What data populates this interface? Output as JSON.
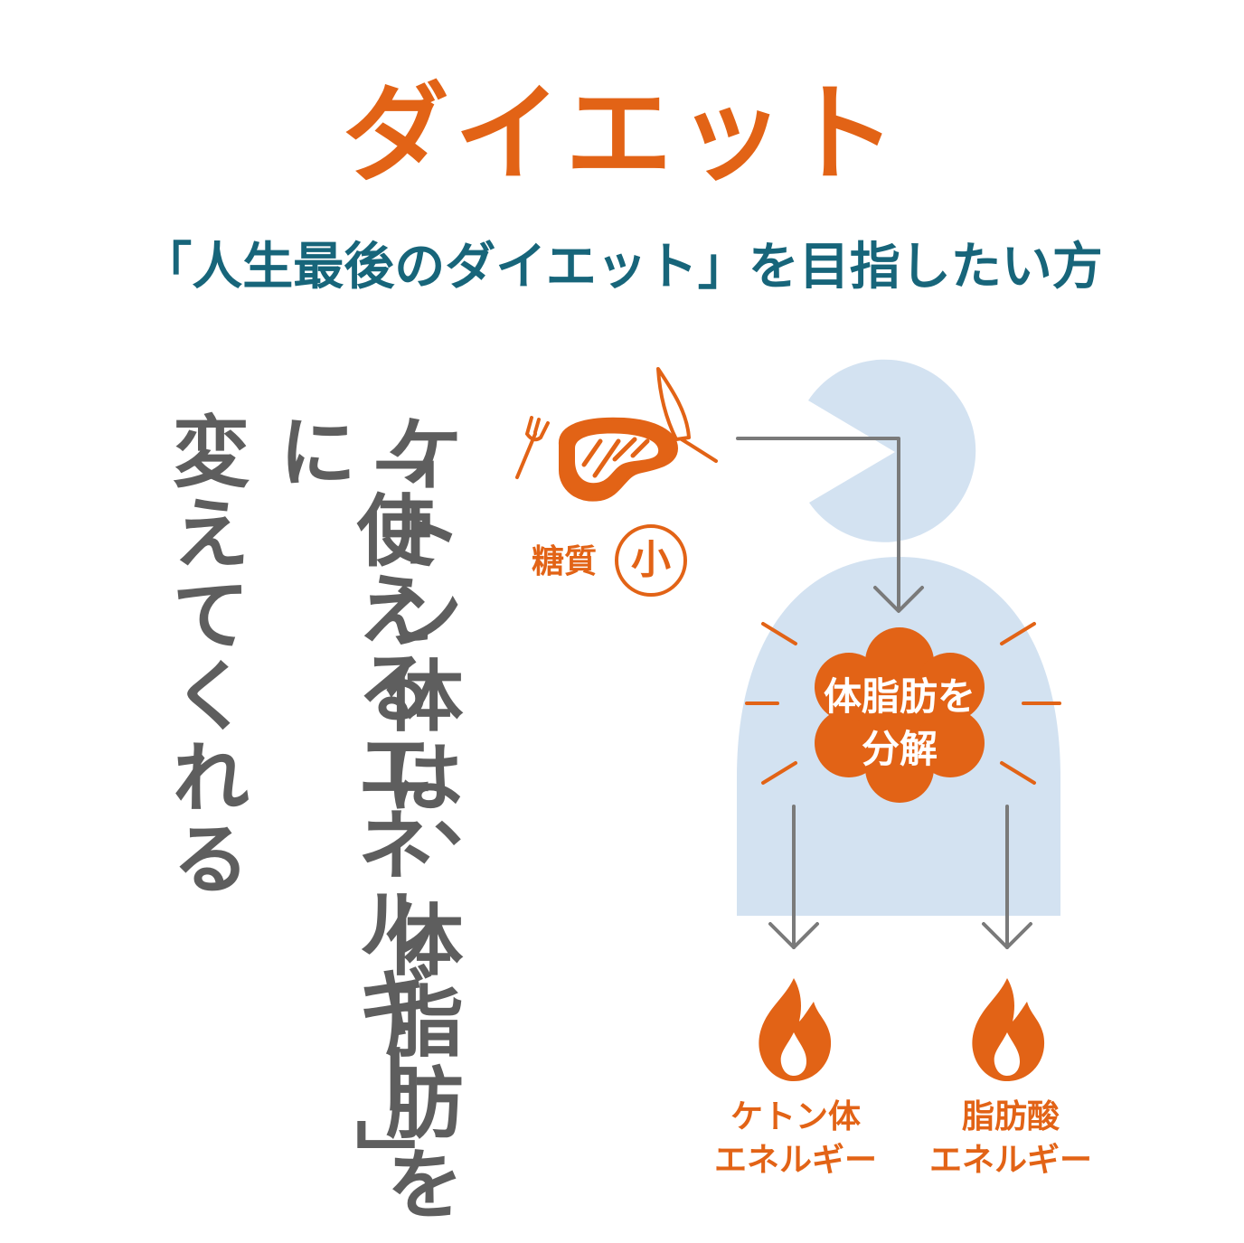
{
  "title": "ダイエット",
  "subtitle": "「人生最後のダイエット」を目指したい方",
  "body_text": {
    "column_1": "ケトン体は、体脂肪を",
    "column_2": "「使えるエネルギー」に",
    "column_3": "変えてくれる"
  },
  "diagram": {
    "sugar_label": "糖質",
    "sugar_level": "小",
    "fat_text_line1": "体脂肪を",
    "fat_text_line2": "分解",
    "outputs": [
      {
        "line1": "ケトン体",
        "line2": "エネルギー"
      },
      {
        "line1": "脂肪酸",
        "line2": "エネルギー"
      }
    ]
  },
  "colors": {
    "accent": "#E26316",
    "subtitle": "#17657A",
    "body_text": "#5E5E5E",
    "figure": "#D3E2F1",
    "arrow": "#7A7A7A"
  },
  "icons": [
    "fork-icon",
    "steak-icon",
    "knife-icon",
    "fire-icon"
  ]
}
